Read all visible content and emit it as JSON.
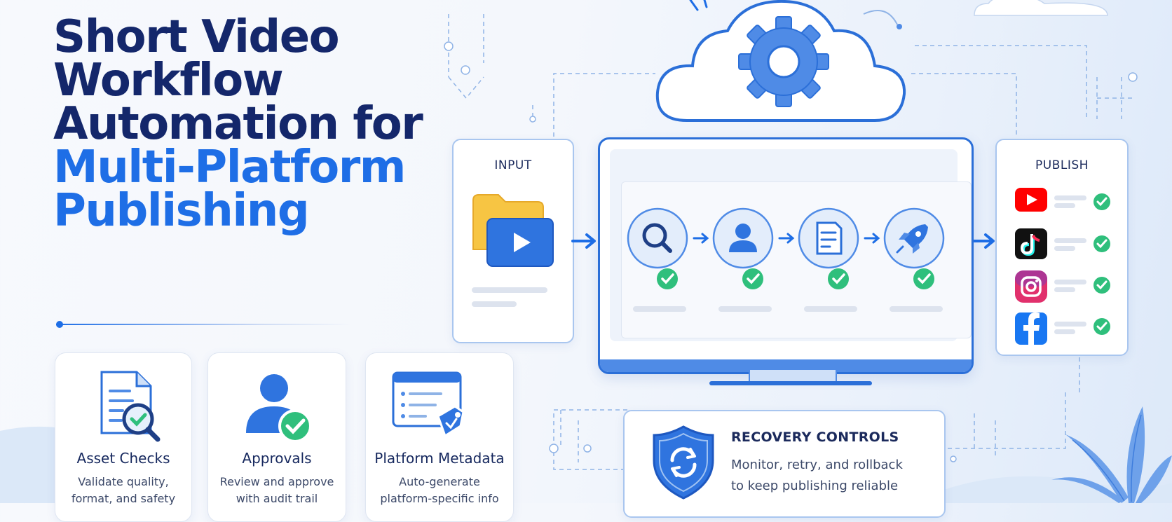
{
  "headline": {
    "line1": "Short Video",
    "line2": "Workflow",
    "line3": "Automation for",
    "line4": "Multi-Platform",
    "line5": "Publishing"
  },
  "features": [
    {
      "title": "Asset Checks",
      "desc1": "Validate quality,",
      "desc2": "format, and safety",
      "icon": "document-search-icon"
    },
    {
      "title": "Approvals",
      "desc1": "Review and approve",
      "desc2": "with audit trail",
      "icon": "user-approved-icon"
    },
    {
      "title": "Platform Metadata",
      "desc1": "Auto-generate",
      "desc2": "platform-specific info",
      "icon": "metadata-tag-icon"
    }
  ],
  "input_panel": {
    "label": "INPUT",
    "icon": "video-folder-icon"
  },
  "pipeline": {
    "steps": [
      "search-icon",
      "user-icon",
      "document-icon",
      "rocket-icon"
    ]
  },
  "publish_panel": {
    "label": "PUBLISH",
    "platforms": [
      "youtube-icon",
      "tiktok-icon",
      "instagram-icon",
      "facebook-icon"
    ]
  },
  "recovery": {
    "title": "RECOVERY CONTROLS",
    "desc1": "Monitor, retry, and rollback",
    "desc2": "to keep publishing reliable"
  },
  "colors": {
    "navy": "#14276b",
    "brand_blue": "#1e6ee6",
    "check_green": "#2fbf7c",
    "youtube_red": "#ff0000",
    "instagram_gradient": "#e1306c",
    "facebook_blue": "#1877f2",
    "folder_yellow": "#f7c543"
  }
}
